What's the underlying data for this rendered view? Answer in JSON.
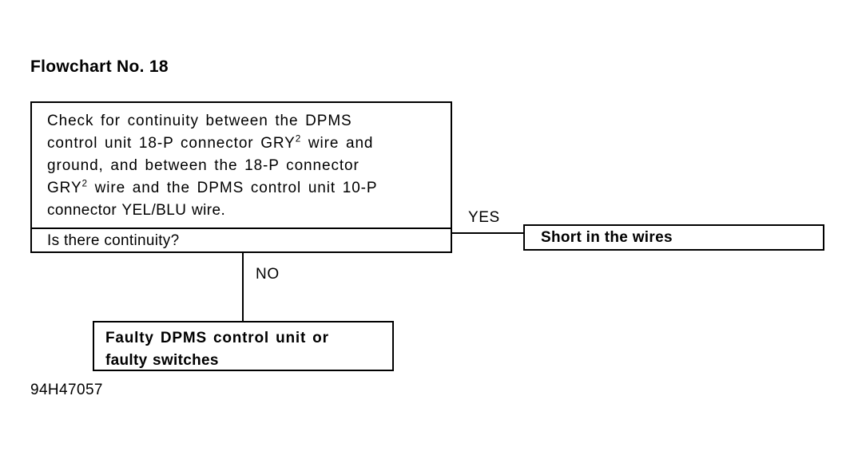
{
  "title": "Flowchart No. 18",
  "main_box": {
    "body_lines": [
      "Check for continuity between the DPMS",
      "control unit 18-P connector GRY² wire and",
      "ground, and between the 18-P connector",
      "GRY² wire and the DPMS control unit 10-P",
      "connector YEL/BLU wire."
    ],
    "question": "Is there continuity?"
  },
  "branches": {
    "yes_label": "YES",
    "no_label": "NO"
  },
  "outcomes": {
    "yes_result": "Short in the wires",
    "no_result_line1": "Faulty DPMS control unit or",
    "no_result_line2": "faulty switches"
  },
  "figure_code": "94H47057",
  "colors": {
    "ink": "#000000",
    "paper": "#ffffff"
  }
}
